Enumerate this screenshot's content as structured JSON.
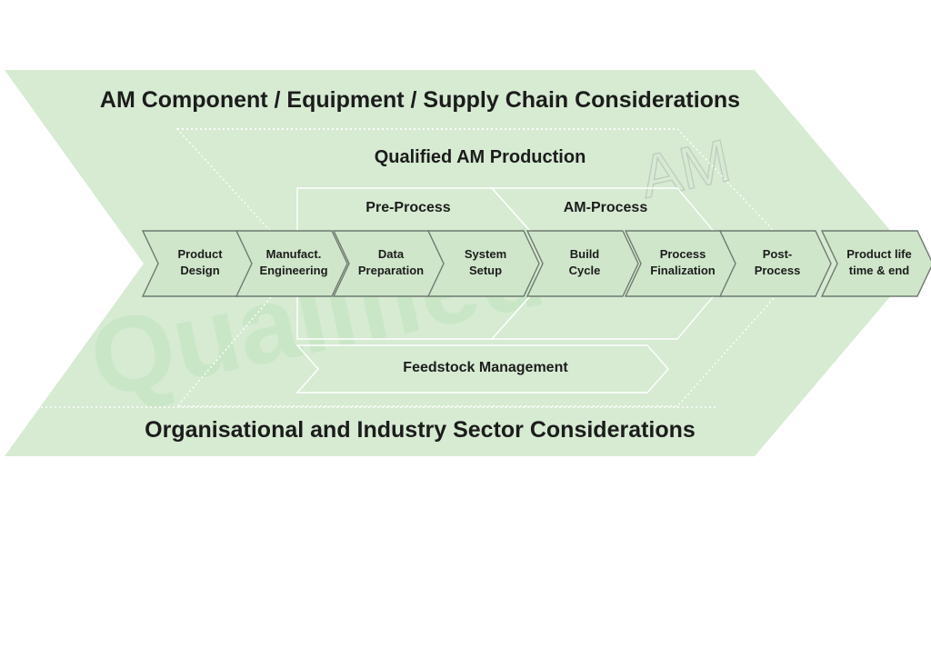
{
  "colors": {
    "band_fill": "#d6ebd2",
    "chevron_fill": "#cfe6ca",
    "chevron_stroke": "#6f7a6f",
    "guide_stroke": "#ffffff",
    "text": "#1c1c1c"
  },
  "watermark": {
    "text": "QualifiedAM"
  },
  "outer": {
    "top_label": "AM Component / Equipment / Supply Chain Considerations",
    "bottom_label": "Organisational and Industry Sector Considerations"
  },
  "production": {
    "label": "Qualified AM Production"
  },
  "pre_process": {
    "label": "Pre-Process"
  },
  "am_process": {
    "label": "AM-Process"
  },
  "feedstock": {
    "label": "Feedstock Management"
  },
  "steps": [
    {
      "id": "product-design",
      "lines": [
        "Product",
        "Design"
      ]
    },
    {
      "id": "manufact-engineering",
      "lines": [
        "Manufact.",
        "Engineering"
      ]
    },
    {
      "id": "data-preparation",
      "lines": [
        "Data",
        "Preparation"
      ]
    },
    {
      "id": "system-setup",
      "lines": [
        "System",
        "Setup"
      ]
    },
    {
      "id": "build-cycle",
      "lines": [
        "Build",
        "Cycle"
      ]
    },
    {
      "id": "process-finalization",
      "lines": [
        "Process",
        "Finalization"
      ]
    },
    {
      "id": "post-process",
      "lines": [
        "Post-",
        "Process"
      ]
    },
    {
      "id": "product-life",
      "lines": [
        "Product life",
        "time & end"
      ]
    }
  ]
}
